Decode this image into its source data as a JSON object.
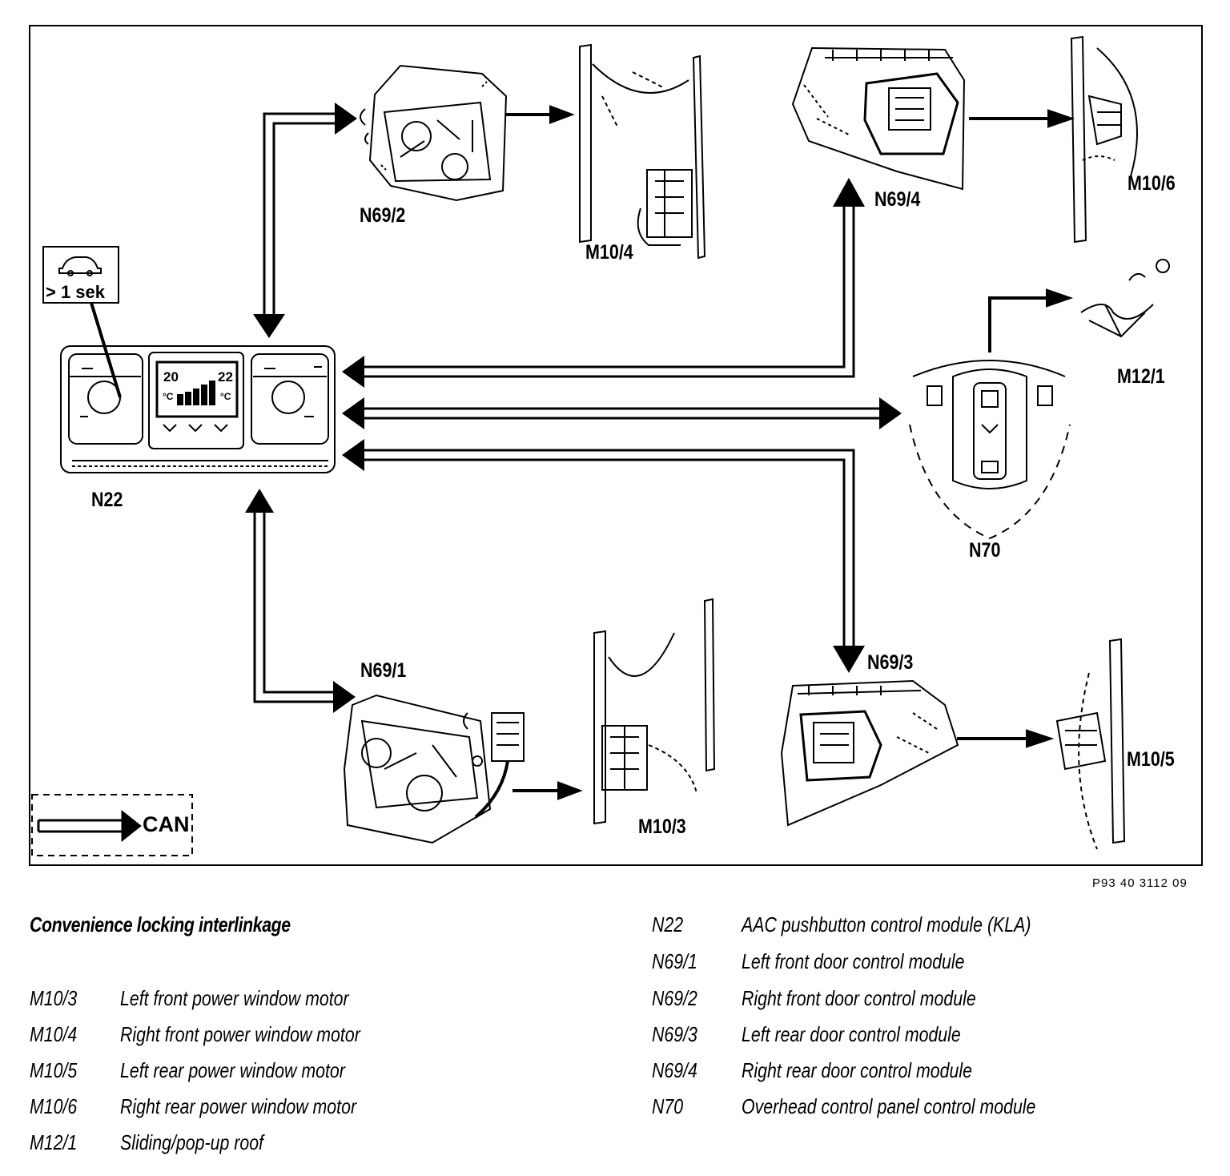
{
  "diagram": {
    "components": {
      "N22": "N22",
      "N69_1": "N69/1",
      "N69_2": "N69/2",
      "N69_3": "N69/3",
      "N69_4": "N69/4",
      "N70": "N70",
      "M10_3": "M10/3",
      "M10_4": "M10/4",
      "M10_5": "M10/5",
      "M10_6": "M10/6",
      "M12_1": "M12/1"
    },
    "timer_label": "> 1 sek",
    "display": {
      "left_temp": "20",
      "right_temp": "22",
      "unit": "°C"
    },
    "can_legend_label": "CAN",
    "reference_code": "P93 40 3112 09"
  },
  "legend": {
    "title": "Convenience locking interlinkage",
    "left": [
      {
        "code": "M10/3",
        "desc": "Left front power window motor"
      },
      {
        "code": "M10/4",
        "desc": "Right front power window motor"
      },
      {
        "code": "M10/5",
        "desc": "Left rear power window motor"
      },
      {
        "code": "M10/6",
        "desc": "Right rear power window motor"
      },
      {
        "code": "M12/1",
        "desc": "Sliding/pop-up roof"
      }
    ],
    "right": [
      {
        "code": "N22",
        "desc": "AAC pushbutton control module (KLA)"
      },
      {
        "code": "N69/1",
        "desc": "Left front door control module"
      },
      {
        "code": "N69/2",
        "desc": "Right front door control module"
      },
      {
        "code": "N69/3",
        "desc": "Left rear door control module"
      },
      {
        "code": "N69/4",
        "desc": "Right rear door control module"
      },
      {
        "code": "N70",
        "desc": "Overhead control panel control module"
      }
    ]
  }
}
